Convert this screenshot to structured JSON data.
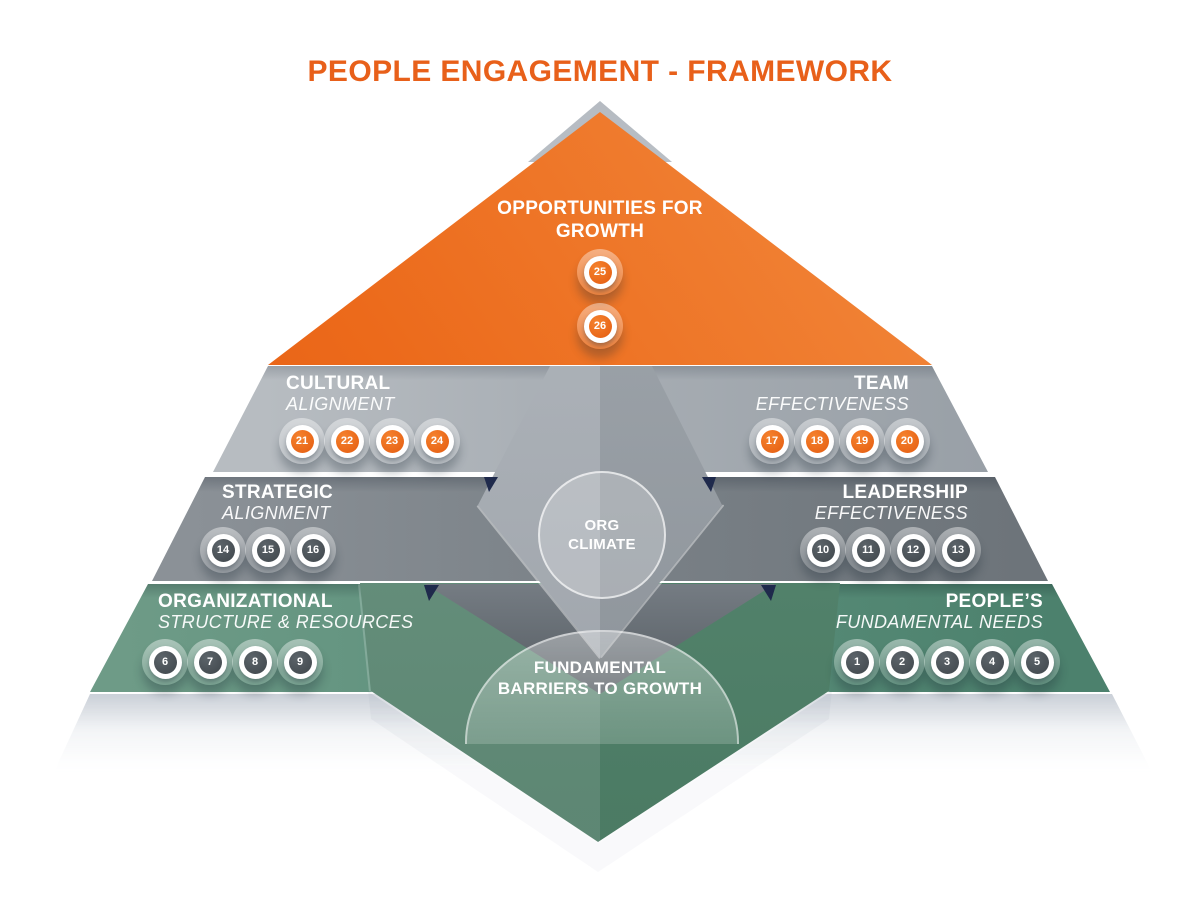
{
  "title": "PEOPLE ENGAGEMENT - FRAMEWORK",
  "apex": {
    "label_line1": "OPPORTUNITIES FOR",
    "label_line2": "GROWTH",
    "items": [
      "25",
      "26"
    ]
  },
  "bands": [
    {
      "left": {
        "title": "CULTURAL",
        "subtitle": "ALIGNMENT",
        "items": [
          "21",
          "22",
          "23",
          "24"
        ]
      },
      "right": {
        "title": "TEAM",
        "subtitle": "EFFECTIVENESS",
        "items": [
          "17",
          "18",
          "19",
          "20"
        ]
      }
    },
    {
      "left": {
        "title": "STRATEGIC",
        "subtitle": "ALIGNMENT",
        "items": [
          "14",
          "15",
          "16"
        ]
      },
      "right": {
        "title": "LEADERSHIP",
        "subtitle": "EFFECTIVENESS",
        "items": [
          "10",
          "11",
          "12",
          "13"
        ]
      }
    },
    {
      "left": {
        "title": "ORGANIZATIONAL",
        "subtitle": "STRUCTURE & RESOURCES",
        "items": [
          "6",
          "7",
          "8",
          "9"
        ]
      },
      "right": {
        "title": "PEOPLE’S",
        "subtitle": "FUNDAMENTAL NEEDS",
        "items": [
          "1",
          "2",
          "3",
          "4",
          "5"
        ]
      }
    }
  ],
  "center": {
    "circle_line1": "ORG",
    "circle_line2": "CLIMATE",
    "barriers_line1": "FUNDAMENTAL",
    "barriers_line2": "BARRIERS TO GROWTH"
  },
  "colors": {
    "accent_orange": "#ED6A1E",
    "band1_gray": "#A9AFB5",
    "band2_gray": "#7C8389",
    "band3_green": "#5D907C",
    "chip_dark": "#4A5156",
    "navy_accent": "#1F2A4C"
  }
}
